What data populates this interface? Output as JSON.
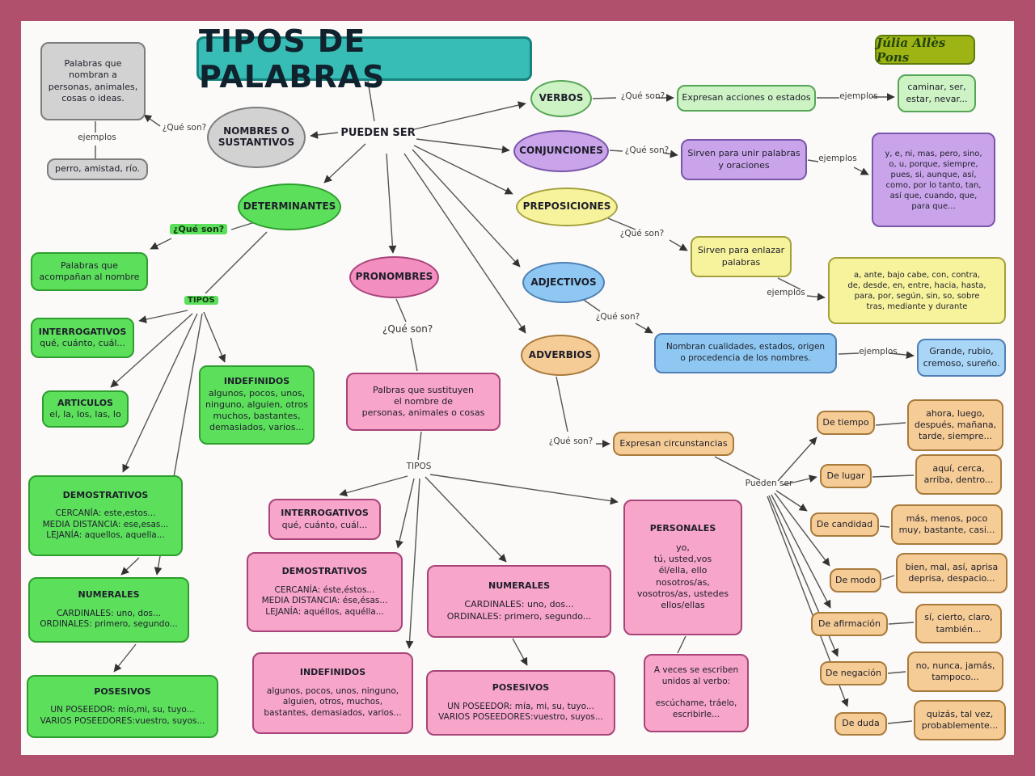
{
  "map": {
    "title": "TIPOS DE PALABRAS",
    "author": "Júlia Allès Pons"
  },
  "labels": {
    "que_son": "¿Qué son?",
    "ejemplos": "ejemplos",
    "tipos": "TIPOS",
    "pueden_ser": "PUEDEN SER",
    "pueden_ser_small": "Pueden ser"
  },
  "colors": {
    "frame": "#b0506c",
    "title_bg": "#38bdb6",
    "green": "#5ce05c",
    "pink": "#f7a5c9",
    "light_green": "#cdf2c4",
    "purple": "#c9a4ea",
    "yellow": "#f7f39c",
    "blue": "#8ec8f2",
    "tan": "#f6cc96",
    "gray": "#d2d2d2"
  },
  "nombres": {
    "name": "NOMBRES O\nSUSTANTIVOS",
    "definition": "Palabras que\nnombran a\npersonas, animales,\ncosas o ideas.",
    "examples": "perro, amistad, río."
  },
  "verbos": {
    "name": "VERBOS",
    "definition": "Expresan acciones o estados",
    "examples": "caminar, ser,\nestar, nevar..."
  },
  "conjunciones": {
    "name": "CONJUNCIONES",
    "definition": "Sirven para unir palabras\ny oraciones",
    "examples": "y, e, ni, mas, pero, sino,\no, u, porque, siempre,\npues, si, aunque, así,\ncomo, por lo tanto, tan,\nasí que, cuando, que,\npara que..."
  },
  "preposiciones": {
    "name": "PREPOSICIONES",
    "definition": "Sirven para enlazar\npalabras",
    "examples": "a, ante, bajo cabe, con, contra,\nde, desde, en, entre, hacia, hasta,\npara, por, según, sin, so, sobre\ntras, mediante y durante"
  },
  "adjetivos": {
    "name": "ADJECTIVOS",
    "definition": "Nombran cualidades, estados, origen\no procedencia de los nombres.",
    "examples": "Grande, rubio,\ncremoso, sureño."
  },
  "adverbios": {
    "name": "ADVERBIOS",
    "definition": "Expresan circunstancias",
    "kinds": [
      {
        "label": "De tiempo",
        "examples": "ahora, luego,\ndespués, mañana,\ntarde, siempre..."
      },
      {
        "label": "De lugar",
        "examples": "aquí, cerca,\narriba, dentro..."
      },
      {
        "label": "De candidad",
        "examples": "más, menos, poco\nmuy, bastante, casi..."
      },
      {
        "label": "De modo",
        "examples": "bien, mal, así, aprisa\ndeprisa, despacio..."
      },
      {
        "label": "De afirmación",
        "examples": "sí, cierto, claro,\ntambién..."
      },
      {
        "label": "De negación",
        "examples": "no, nunca, jamás,\ntampoco..."
      },
      {
        "label": "De duda",
        "examples": "quizás, tal vez,\nprobablemente..."
      }
    ]
  },
  "determinantes": {
    "name": "DETERMINANTES",
    "definition": "Palabras que\nacompañan al nombre",
    "tipos": {
      "interrogativos": {
        "title": "INTERROGATIVOS",
        "body": "qué, cuánto, cuál..."
      },
      "articulos": {
        "title": "ARTICULOS",
        "body": "el, la, los, las, lo"
      },
      "indefinidos": {
        "title": "INDEFINIDOS",
        "body": "algunos, pocos, unos,\nninguno, alguien, otros\nmuchos, bastantes,\ndemasiados, varios..."
      },
      "demostrativos": {
        "title": "DEMOSTRATIVOS",
        "body": "CERCANÍA: este,estos...\nMEDIA DISTANCIA: ese,esas...\nLEJANÍA: aquellos, aquella..."
      },
      "numerales": {
        "title": "NUMERALES",
        "body": "CARDINALES: uno, dos...\nORDINALES: primero, segundo..."
      },
      "posesivos": {
        "title": "POSESIVOS",
        "body": "UN POSEEDOR: mío,mi, su, tuyo...\nVARIOS POSEEDORES:vuestro, suyos..."
      }
    }
  },
  "pronombres": {
    "name": "PRONOMBRES",
    "definition": "Palbras que sustituyen\nel nombre de\npersonas, animales o cosas",
    "tipos": {
      "interrogativos": {
        "title": "INTERROGATIVOS",
        "body": "qué, cuánto, cuál..."
      },
      "demostrativos": {
        "title": "DEMOSTRATIVOS",
        "body": "CERCANÍA: éste,éstos...\nMEDIA DISTANCIA: ése,ésas...\nLEJANÍA: aquéllos, aquélla..."
      },
      "indefinidos": {
        "title": "INDEFINIDOS",
        "body": "algunos, pocos, unos, ninguno,\nalguien, otros, muchos,\nbastantes, demasiados, varios..."
      },
      "numerales": {
        "title": "NUMERALES",
        "body": "CARDINALES: uno, dos...\nORDINALES: primero, segundo..."
      },
      "posesivos": {
        "title": "POSESIVOS",
        "body": "UN POSEEDOR: mía, mi, su, tuyo...\nVARIOS POSEEDORES:vuestro, suyos..."
      },
      "personales": {
        "title": "PERSONALES",
        "body": "yo,\ntú, usted,vos\nél/ella, ello\nnosotros/as,\nvosotros/as, ustedes\nellos/ellas",
        "note": "A veces se escriben\nunidos al verbo:\n\nescúchame, tráelo,\nescribirle..."
      }
    }
  }
}
